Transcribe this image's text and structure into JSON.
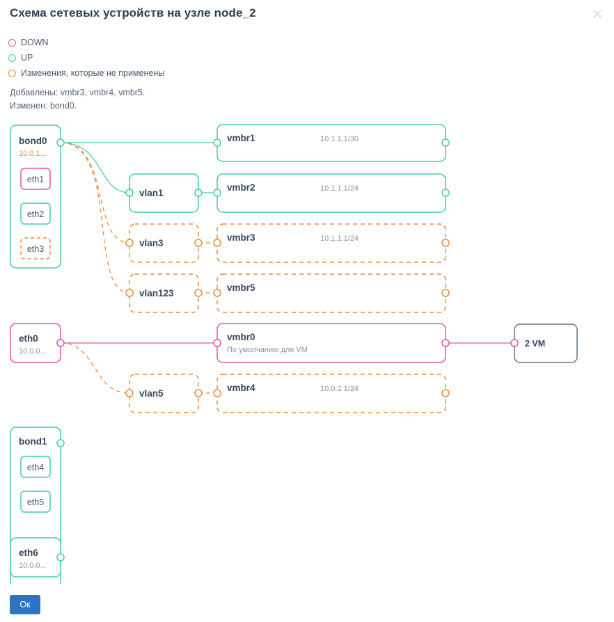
{
  "dialog": {
    "title": "Схема сетевых устройств на узле node_2",
    "close_icon": "close-icon",
    "ok_label": "Ок"
  },
  "colors": {
    "down": "#e8539e",
    "up": "#3fd0a6",
    "pending": "#f08a37",
    "neutral": "#60728a",
    "text": "#36465b",
    "muted": "#8795a6",
    "accent_button": "#2d74c0"
  },
  "legend": [
    {
      "label": "DOWN",
      "color": "#e8539e",
      "state": "down"
    },
    {
      "label": "UP",
      "color": "#3fd0a6",
      "state": "up"
    },
    {
      "label": "Изменения, которые не применены",
      "color": "#f08a37",
      "state": "pending"
    }
  ],
  "changes": {
    "added": "Добавлены: vmbr3, vmbr4, vmbr5.",
    "modified": "Изменен: bond0."
  },
  "diagram": {
    "nodes": {
      "bond0": {
        "title": "bond0",
        "sub": "10.0.1...",
        "state": "up",
        "sub_state": "pending",
        "children": [
          {
            "title": "eth1",
            "state": "down"
          },
          {
            "title": "eth2",
            "state": "up"
          },
          {
            "title": "eth3",
            "state": "pending"
          }
        ]
      },
      "vmbr1": {
        "title": "vmbr1",
        "ip": "10.1.1.1/30",
        "state": "up"
      },
      "vlan1": {
        "title": "vlan1",
        "state": "up"
      },
      "vmbr2": {
        "title": "vmbr2",
        "ip": "10.1.1.1/24",
        "state": "up"
      },
      "vlan3": {
        "title": "vlan3",
        "state": "pending"
      },
      "vmbr3": {
        "title": "vmbr3",
        "ip": "10.1.1.1/24",
        "state": "pending"
      },
      "vlan123": {
        "title": "vlan123",
        "state": "pending"
      },
      "vmbr5": {
        "title": "vmbr5",
        "ip": "",
        "state": "pending"
      },
      "eth0": {
        "title": "eth0",
        "sub": "10.0.0...",
        "state": "down"
      },
      "vmbr0": {
        "title": "vmbr0",
        "sub": "По умолчанию для VM",
        "state": "down"
      },
      "vm": {
        "title": "2 VM",
        "state": "neutral"
      },
      "vlan5": {
        "title": "vlan5",
        "state": "pending"
      },
      "vmbr4": {
        "title": "vmbr4",
        "ip": "10.0.2.1/24",
        "state": "pending"
      },
      "bond1": {
        "title": "bond1",
        "state": "up",
        "children": [
          {
            "title": "eth4",
            "state": "up"
          },
          {
            "title": "eth5",
            "state": "up"
          }
        ]
      },
      "eth6": {
        "title": "eth6",
        "sub": "10.0.0...",
        "state": "up"
      }
    }
  }
}
